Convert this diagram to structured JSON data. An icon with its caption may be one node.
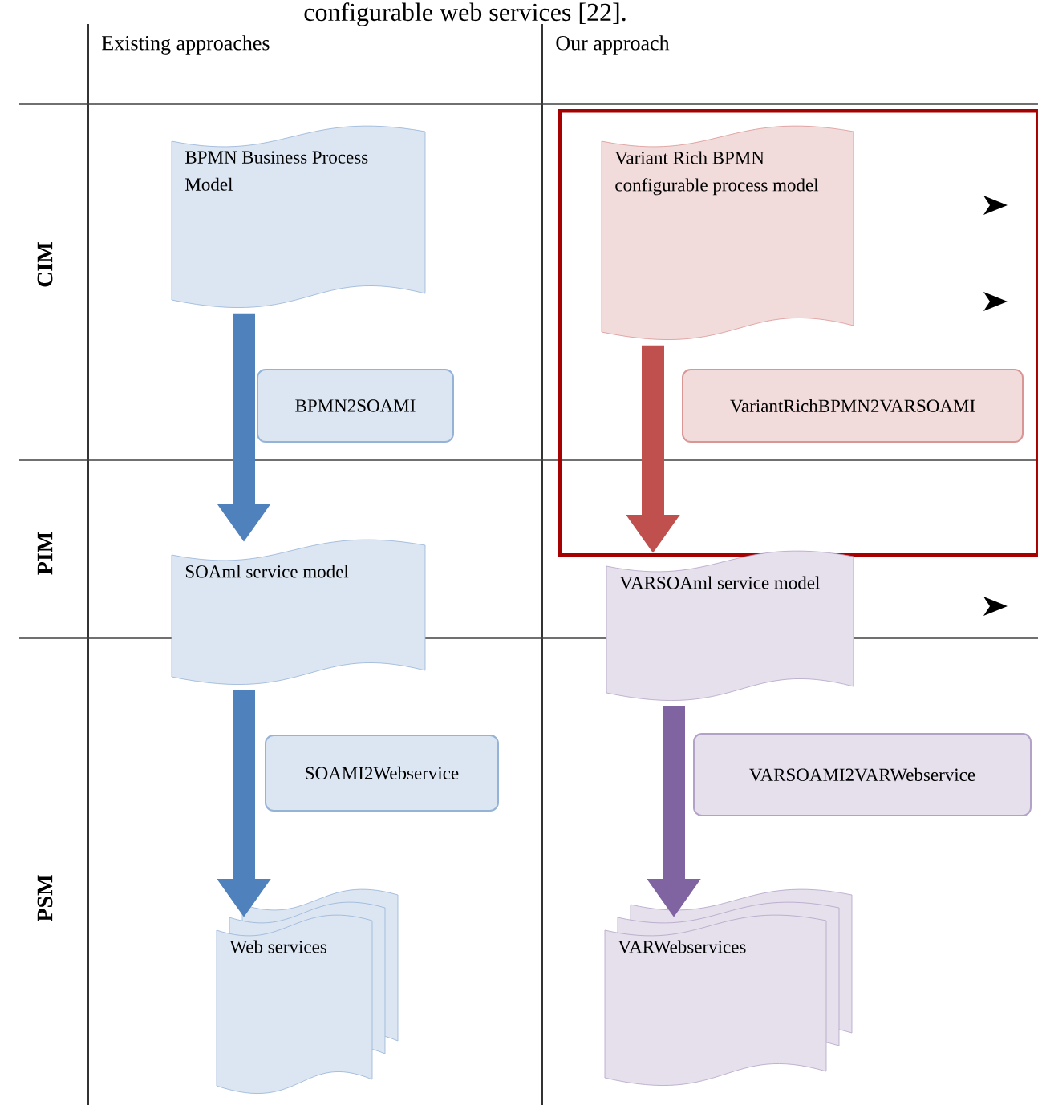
{
  "diagram": {
    "nodes": [
      {
        "text": [
          "BPMN Business Process Model"
        ]
      },
      {
        "text": [
          "BPMN2SOAMI"
        ]
      },
      {
        "text": [
          "SOAml service model"
        ]
      },
      {
        "text": [
          "SOAMI2Webservice"
        ]
      },
      {
        "text": [
          "Web services"
        ]
      },
      {
        "text": [],
        "shape": "box"
      },
      {
        "text": [
          "Variant Rich BPMN configurable process model"
        ],
        "in": 5
      },
      {
        "text": [
          "VariantRichBPMN2VARSOAMI"
        ],
        "in": 5
      },
      {
        "text": [
          "VARSOAml service model"
        ]
      },
      {
        "text": [
          "VARSOAMI2VARWebservice"
        ]
      },
      {
        "text": [
          "VARWebservices"
        ]
      }
    ],
    "edges": [
      {
        "from": 0,
        "to": 2,
        "arrow": "to"
      },
      {
        "from": 2,
        "to": 4,
        "arrow": "to"
      },
      {
        "from": 6,
        "to": 8,
        "arrow": "to",
        "color": "#c0504d"
      },
      {
        "from": 8,
        "to": 10,
        "arrow": "to",
        "color": "#8064a2"
      }
    ],
    "labels": [
      "configurable web services [22].",
      "Existing approaches",
      "Our approach",
      "CIM",
      "PIM",
      "PSM"
    ]
  }
}
